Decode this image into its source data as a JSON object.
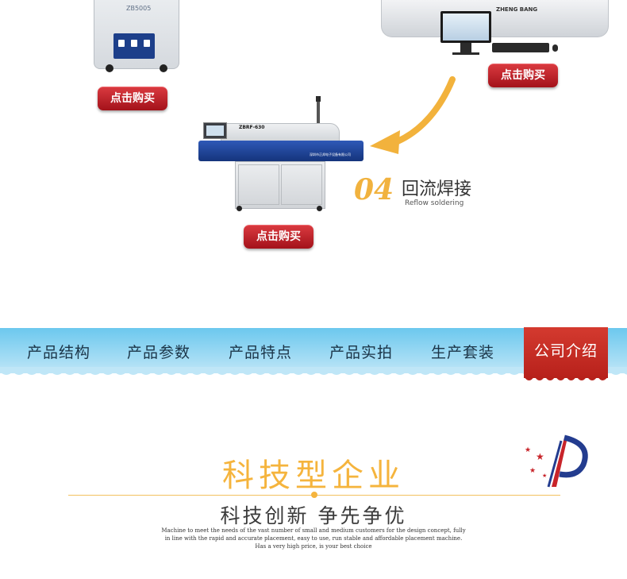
{
  "products": {
    "left_machine_label": "ZB5005",
    "right_machine_brand": "ZHENG BANG",
    "oven_model": "ZBRF-630",
    "oven_company": "深圳市正邦电子设备有限公司"
  },
  "buttons": {
    "buy_label": "点击购买"
  },
  "step": {
    "number": "04",
    "title": "回流焊接",
    "subtitle": "Reflow soldering"
  },
  "nav": {
    "items": [
      "产品结构",
      "产品参数",
      "产品特点",
      "产品实拍",
      "生产套装",
      "公司介绍"
    ],
    "active_index": 5
  },
  "company": {
    "title": "科技型企业",
    "slogan": "科技创新 争先争优",
    "desc": [
      "Machine to meet the needs of the vast number of small and medium customers for the design concept, fully",
      "in line with the rapid and accurate placement, easy to use, run stable and affordable placement machine.",
      "Has a very high price, is your best choice"
    ]
  },
  "colors": {
    "accent": "#f5b43d",
    "button_red": "#b7211b",
    "nav_blue": "#6cc8ee"
  }
}
